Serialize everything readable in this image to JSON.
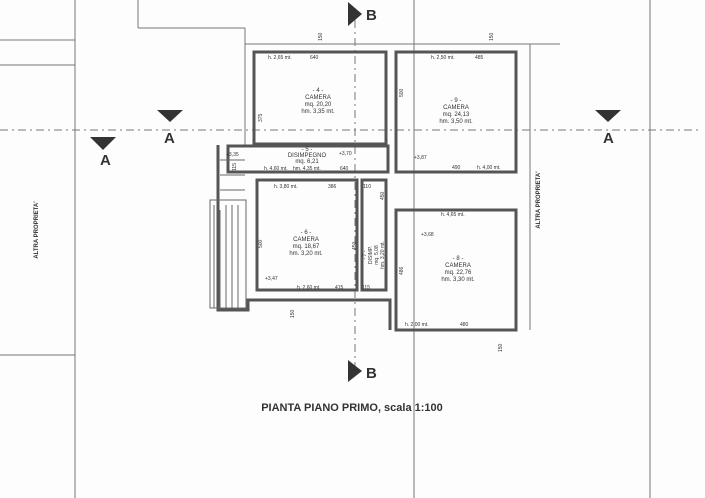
{
  "title": "PIANTA PIANO PRIMO, scala 1:100",
  "neighbors": [
    "ALTRA PROPRIETA'",
    "ALTRA PROPRIETA'"
  ],
  "section_marks": {
    "a": "A",
    "b": "B"
  },
  "rooms": [
    {
      "num": "- 4 -",
      "name": "CAMERA",
      "area": "mq. 20,20",
      "height": "hm. 3,35 mt."
    },
    {
      "num": "- 5 -",
      "name": "DISIMPEGNO",
      "area": "mq. 6,21",
      "height": "hm. 4,35 mt."
    },
    {
      "num": "- 9 -",
      "name": "CAMERA",
      "area": "mq. 24,13",
      "height": "hm. 3,50 mt."
    },
    {
      "num": "- 6 -",
      "name": "CAMERA",
      "area": "mq. 18,67",
      "height": "hm. 3,20 mt."
    },
    {
      "num": "- 7 -",
      "name": "DISIMP.",
      "area": "mq. 5,08",
      "height": "hm. 3,20 mt."
    },
    {
      "num": "- 8 -",
      "name": "CAMERA",
      "area": "mq. 22,76",
      "height": "hm. 3,30 mt."
    }
  ],
  "levels": [
    "+3,35",
    "+3,70",
    "+3,87",
    "+3,47",
    "+3,68"
  ],
  "dims": [
    "h. 2,65 mt.",
    "640",
    "h. 2,50 mt.",
    "485",
    "375",
    "500",
    "490",
    "h. 4,00 mt.",
    "115",
    "h. 4,60 mt.",
    "640",
    "h. 3,80 mt.",
    "386",
    "110",
    "500",
    "450",
    "450",
    "h. 2,60 mt.",
    "415",
    "115",
    "h. 4,65 mt.",
    "486",
    "h. 2,00 mt.",
    "480",
    "150",
    "150",
    "150",
    "150"
  ]
}
